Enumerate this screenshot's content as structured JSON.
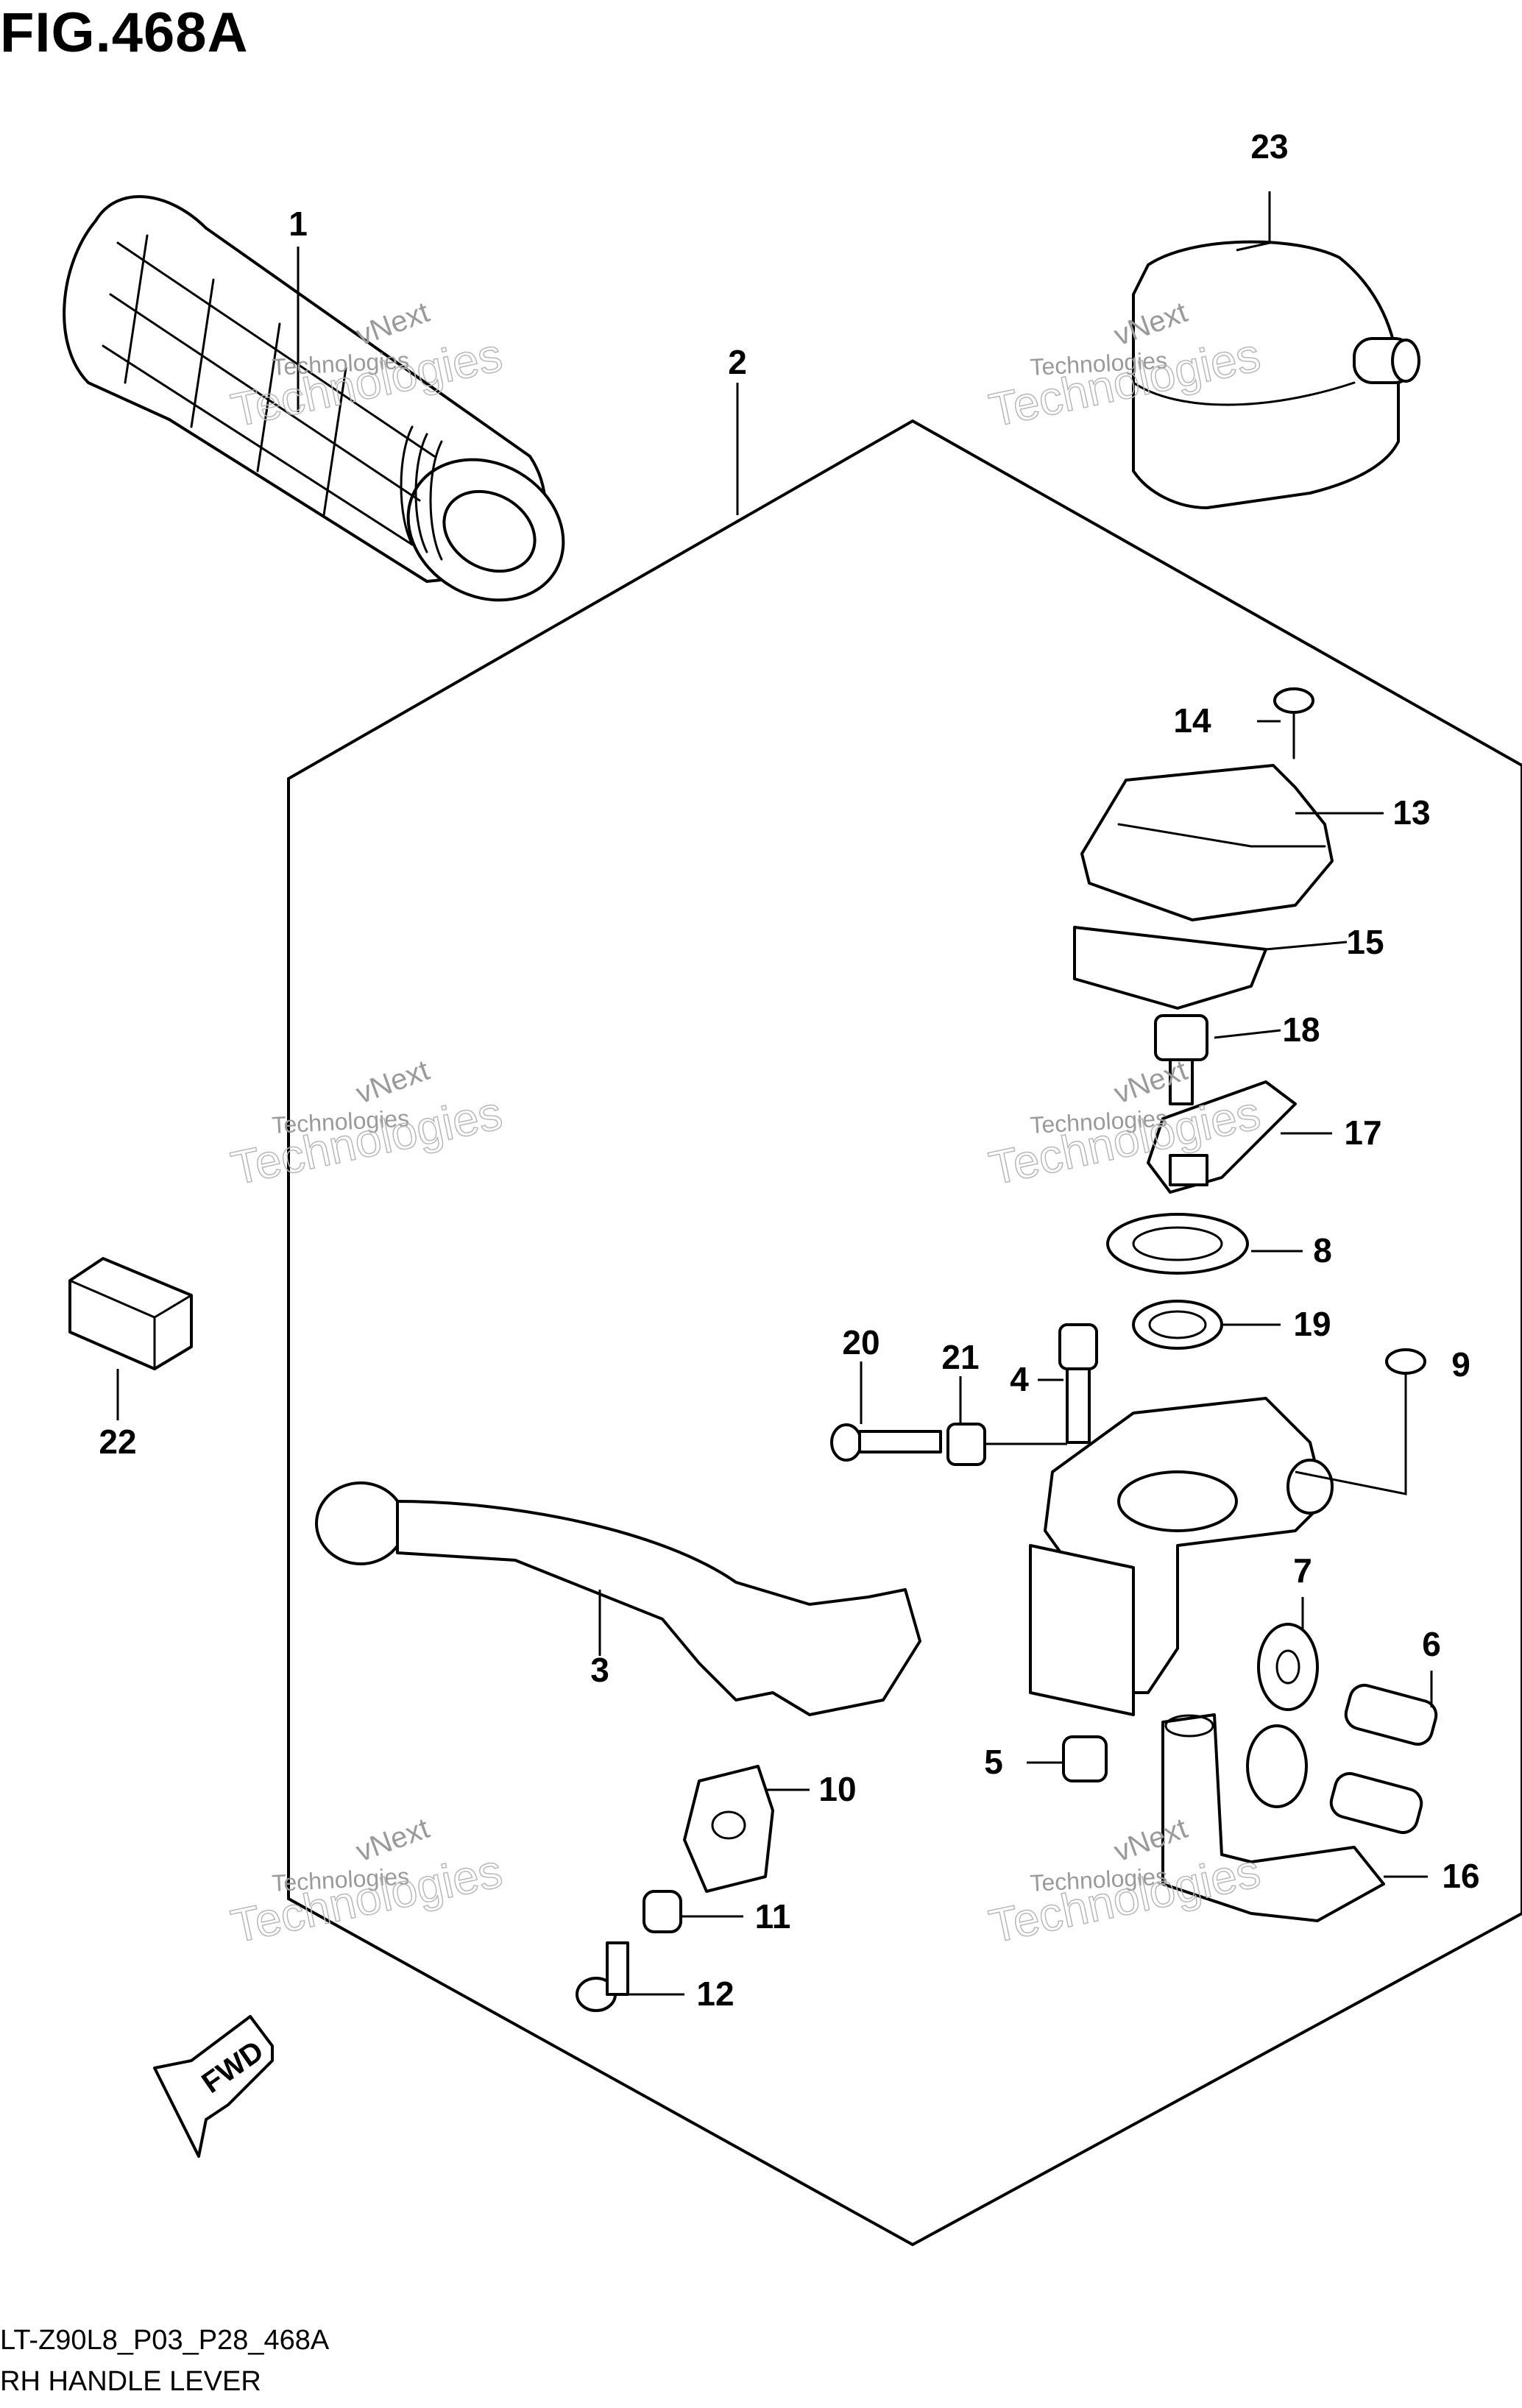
{
  "figure": {
    "title": "FIG.468A",
    "code": "LT-Z90L8_P03_P28_468A",
    "caption": "RH HANDLE LEVER"
  },
  "watermark": {
    "line1": "vNext",
    "line2": "Technologies",
    "outline": "Technologies"
  },
  "fwd_label": "FWD",
  "callouts": [
    "1",
    "2",
    "3",
    "4",
    "5",
    "6",
    "7",
    "8",
    "9",
    "10",
    "11",
    "12",
    "13",
    "14",
    "15",
    "16",
    "17",
    "18",
    "19",
    "20",
    "21",
    "22",
    "23"
  ]
}
